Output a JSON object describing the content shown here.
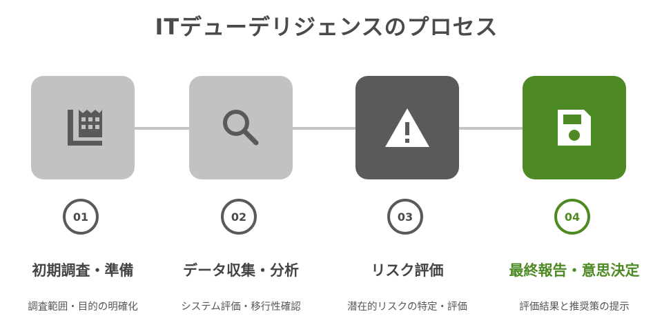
{
  "title": "ITデューデリジェンスのプロセス",
  "colors": {
    "light_gray": "#c2c2c2",
    "dark_gray": "#5a5a5a",
    "green": "#4e8a24",
    "connector": "#c4c4c4"
  },
  "steps": [
    {
      "number": "01",
      "heading": "初期調査・準備",
      "description": "調査範囲・目的の明確化",
      "icon": "factory-icon",
      "tile_color": "#c2c2c2",
      "icon_color": "#595959",
      "accent": false
    },
    {
      "number": "02",
      "heading": "データ収集・分析",
      "description": "システム評価・移行性確認",
      "icon": "search-icon",
      "tile_color": "#c2c2c2",
      "icon_color": "#595959",
      "accent": false
    },
    {
      "number": "03",
      "heading": "リスク評価",
      "description": "潜在的リスクの特定・評価",
      "icon": "warning-icon",
      "tile_color": "#5a5a5a",
      "icon_color": "#ffffff",
      "accent": false
    },
    {
      "number": "04",
      "heading": "最終報告・意思決定",
      "description": "評価結果と推奨策の提示",
      "icon": "save-icon",
      "tile_color": "#4e8a24",
      "icon_color": "#ffffff",
      "accent": true
    }
  ]
}
